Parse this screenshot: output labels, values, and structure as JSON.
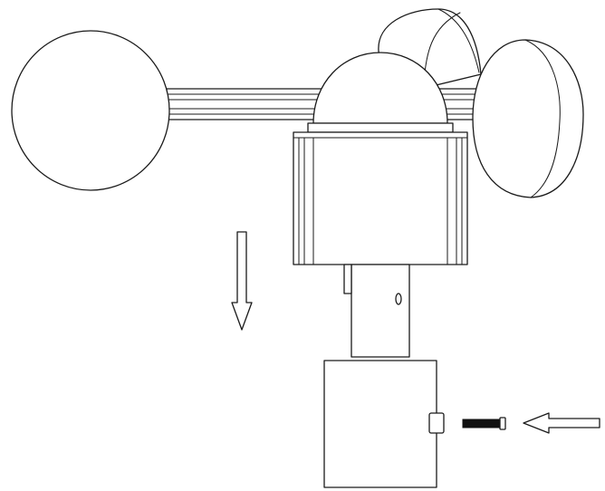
{
  "figure": {
    "subject": "cup-anemometer-installation",
    "parts": [
      "rear-cup",
      "left-cup",
      "right-cup",
      "cross-arm",
      "hub-dome",
      "sensor-body",
      "shaft",
      "mounting-base",
      "screw"
    ]
  },
  "colors": {
    "line": "#1a1a1a",
    "fill": "#ffffff",
    "screw": "#111111"
  },
  "icons": {
    "down": "arrow-down-outline-icon",
    "left": "arrow-left-outline-icon"
  }
}
